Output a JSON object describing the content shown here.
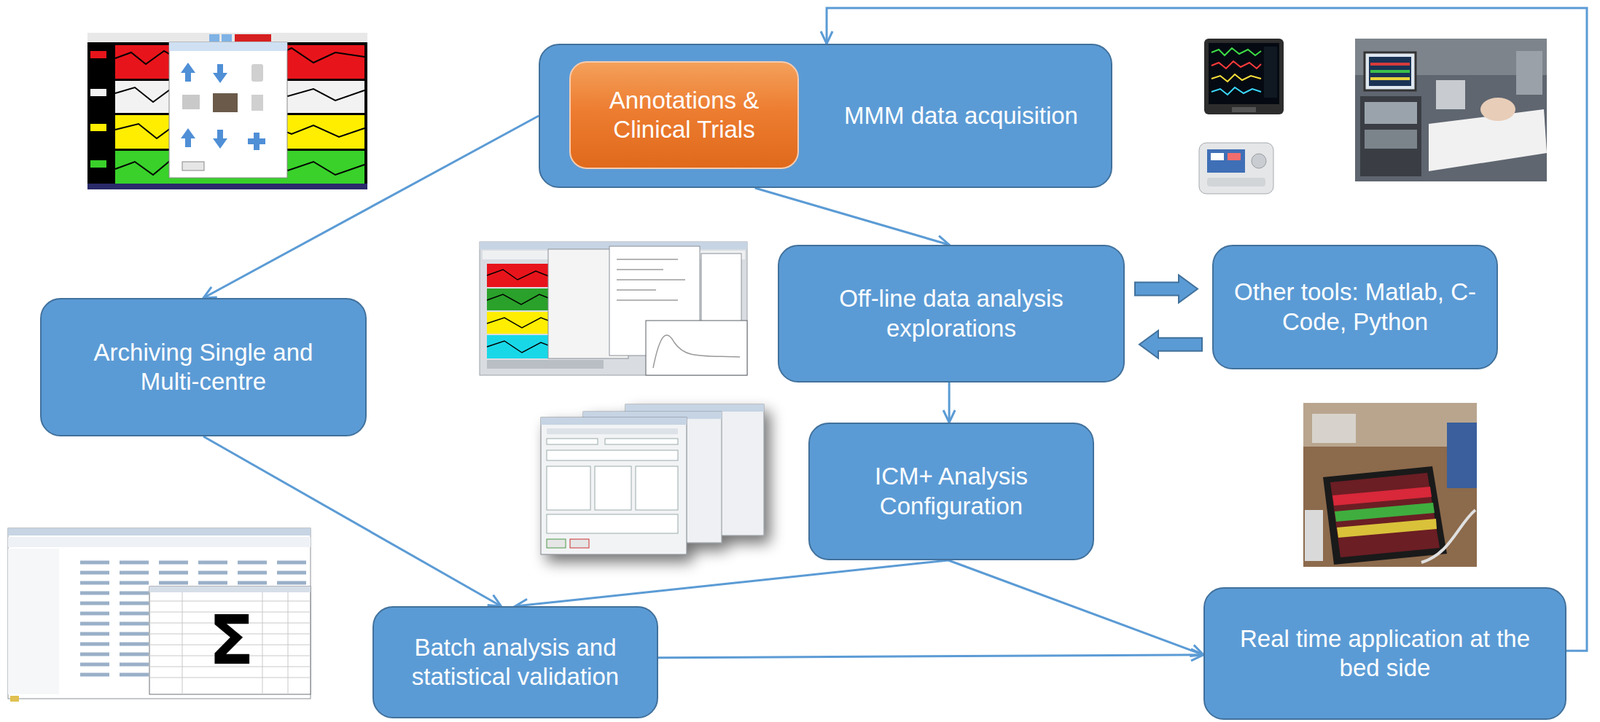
{
  "diagram": {
    "nodes": [
      {
        "text": [
          "MMM data acquisition"
        ]
      },
      {
        "text": [
          "Annotations & Clinical Trials"
        ],
        "in": 0
      },
      {
        "text": [
          "Archiving Single and Multi-centre"
        ]
      },
      {
        "text": [
          "Off-line data analysis explorations"
        ]
      },
      {
        "text": [
          "Other tools: Matlab, C-Code, Python"
        ]
      },
      {
        "text": [
          "ICM+ Analysis Configuration"
        ]
      },
      {
        "text": [
          "Batch analysis and statistical validation"
        ]
      },
      {
        "text": [
          "Real time application at the bed side"
        ]
      }
    ],
    "edges": [
      {
        "from": 0,
        "to": 2,
        "arrow": "to"
      },
      {
        "from": 0,
        "to": 3,
        "arrow": "to"
      },
      {
        "from": 3,
        "to": 4,
        "arrow": "to"
      },
      {
        "from": 4,
        "to": 3,
        "arrow": "to"
      },
      {
        "from": 3,
        "to": 5,
        "arrow": "to"
      },
      {
        "from": 2,
        "to": 6,
        "arrow": "to"
      },
      {
        "from": 5,
        "to": 6,
        "arrow": "to"
      },
      {
        "from": 5,
        "to": 7,
        "arrow": "to"
      },
      {
        "from": 6,
        "to": 7,
        "arrow": "to"
      },
      {
        "from": 7,
        "to": 0,
        "arrow": "to"
      }
    ],
    "labels": [
      "Σ"
    ]
  }
}
